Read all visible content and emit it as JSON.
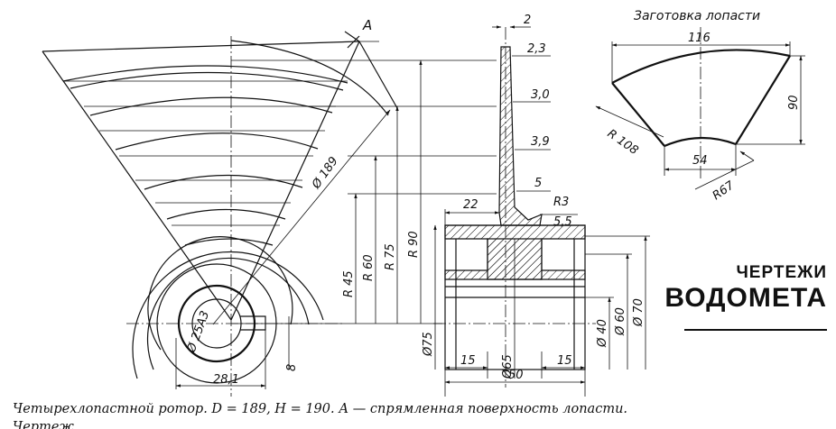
{
  "blank_title": "Заготовка лопасти",
  "heading": {
    "line1": "ЧЕРТЕЖИ",
    "line2": "ВОДОМЕТА"
  },
  "caption": "Четырехлопастной ротор. D = 189, H = 190. А — спрямленная поверхность лопасти.",
  "caption_cut": "Чертеж ..."
}
